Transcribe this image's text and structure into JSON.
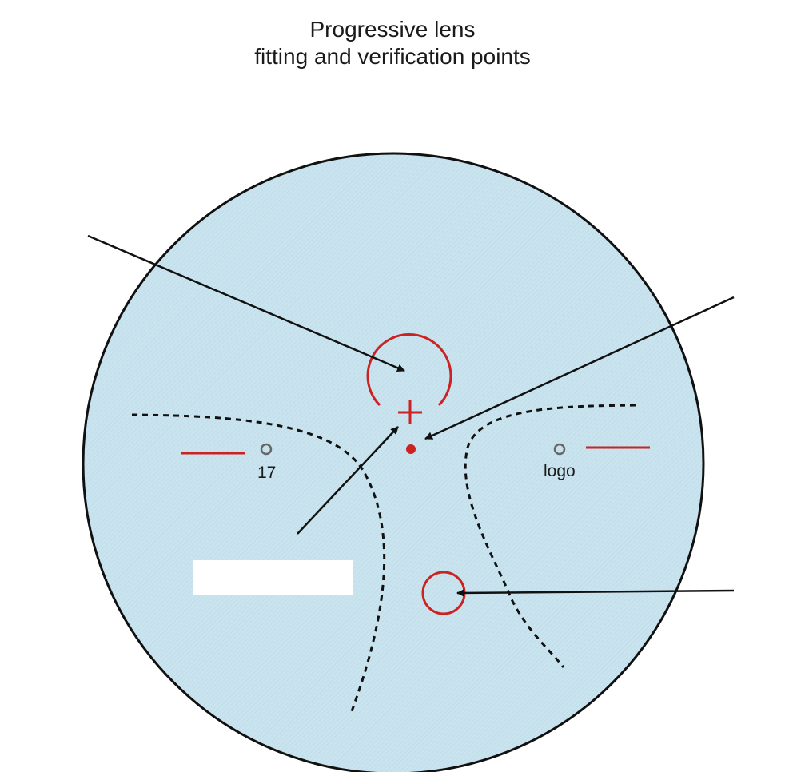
{
  "title": {
    "line1": "Progressive lens",
    "line2": "fitting and verification points"
  },
  "lens": {
    "fill_color": "#c9e4ef",
    "outline_color": "#111111"
  },
  "markings": {
    "color": "#cc2222",
    "left_engraving_label": "17",
    "right_engraving_label": "logo"
  },
  "callouts": {
    "arrow_color": "#111111",
    "blank_label_box": ""
  }
}
